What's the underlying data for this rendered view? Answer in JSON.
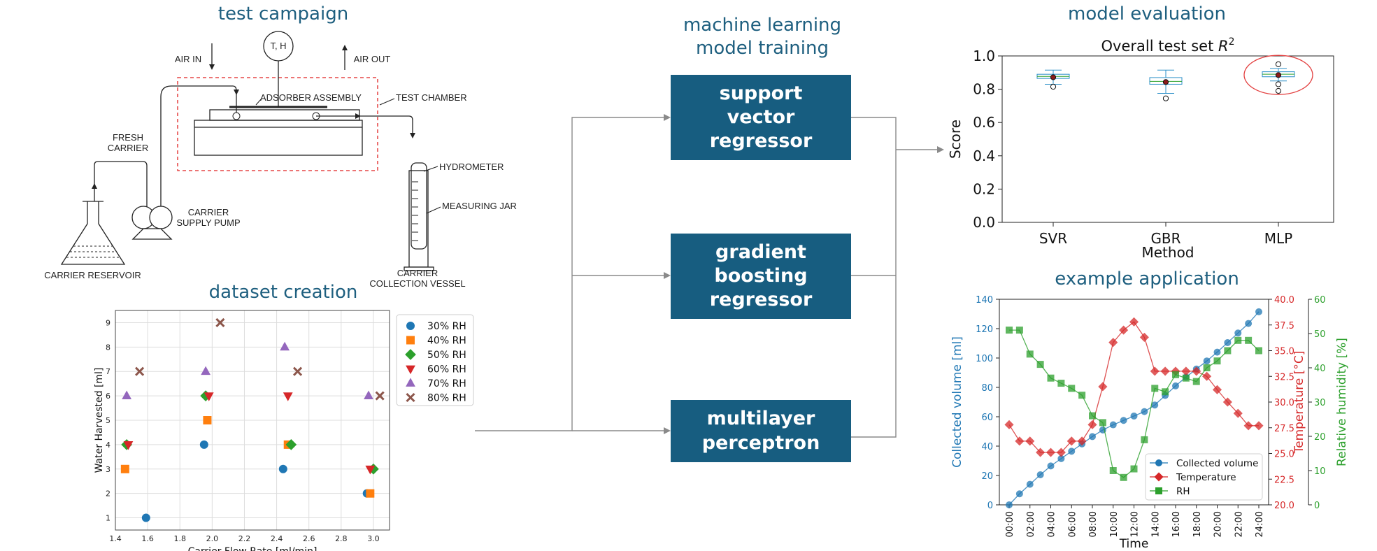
{
  "titles": {
    "test_campaign": "test campaign",
    "dataset_creation": "dataset creation",
    "ml_training": "machine learning\nmodel training",
    "model_evaluation": "model evaluation",
    "example_application": "example application"
  },
  "schematic": {
    "air_in": "AIR IN",
    "air_out": "AIR OUT",
    "th": "T, H",
    "adsorber": "ADSORBER ASSEMBLY",
    "test_chamber": "TEST CHAMBER",
    "fresh_carrier": "FRESH\nCARRIER",
    "hydrometer": "HYDROMETER",
    "measuring_jar": "MEASURING JAR",
    "carrier_pump": "CARRIER\nSUPPLY PUMP",
    "carrier_reservoir": "CARRIER RESERVOIR",
    "collection_vessel": "CARRIER\nCOLLECTION VESSEL"
  },
  "models": [
    {
      "label": "support\nvector\nregressor"
    },
    {
      "label": "gradient\nboosting\nregressor"
    },
    {
      "label": "multilayer\nperceptron"
    }
  ],
  "colors": {
    "title": "#1e5f7f",
    "box": "#175d80",
    "blue": "#1f77b4",
    "red": "#d62728",
    "green": "#2ca02c"
  },
  "chart_data": [
    {
      "type": "scatter",
      "xlabel": "Carrier Flow Rate [ml/min]",
      "ylabel": "Water Harvested [ml]",
      "xlim": [
        1.4,
        3.1
      ],
      "ylim": [
        0.5,
        9.5
      ],
      "xticks": [
        "1.4",
        "1.6",
        "1.8",
        "2.0",
        "2.2",
        "2.4",
        "2.6",
        "2.8",
        "3.0"
      ],
      "yticks": [
        "1",
        "2",
        "3",
        "4",
        "5",
        "6",
        "7",
        "8",
        "9"
      ],
      "grid": true,
      "legend": "right-outside",
      "series": [
        {
          "name": "30% RH",
          "color": "#1f77b4",
          "marker": "circle",
          "points": [
            [
              1.59,
              1
            ],
            [
              1.95,
              4
            ],
            [
              2.44,
              3
            ],
            [
              2.96,
              2
            ]
          ]
        },
        {
          "name": "40% RH",
          "color": "#ff7f0e",
          "marker": "square",
          "points": [
            [
              1.46,
              3
            ],
            [
              1.97,
              5
            ],
            [
              2.47,
              4
            ],
            [
              2.98,
              2
            ]
          ]
        },
        {
          "name": "50% RH",
          "color": "#2ca02c",
          "marker": "diamond",
          "points": [
            [
              1.47,
              4
            ],
            [
              1.96,
              6
            ],
            [
              2.49,
              4
            ],
            [
              3.0,
              3
            ]
          ]
        },
        {
          "name": "60% RH",
          "color": "#d62728",
          "marker": "triangle-down",
          "points": [
            [
              1.48,
              4
            ],
            [
              1.98,
              6
            ],
            [
              2.47,
              6
            ],
            [
              2.98,
              3
            ]
          ]
        },
        {
          "name": "70% RH",
          "color": "#9467bd",
          "marker": "triangle-up",
          "points": [
            [
              1.47,
              6
            ],
            [
              1.96,
              7
            ],
            [
              2.45,
              8
            ],
            [
              2.97,
              6
            ]
          ]
        },
        {
          "name": "80% RH",
          "color": "#8c564b",
          "marker": "x",
          "points": [
            [
              1.55,
              7
            ],
            [
              2.05,
              9
            ],
            [
              2.53,
              7
            ],
            [
              3.04,
              6
            ]
          ]
        }
      ]
    },
    {
      "type": "box",
      "title": "Overall test set R²",
      "title_main": "Overall test set ",
      "title_r": "R",
      "title_sup": "2",
      "xlabel": "Method",
      "ylabel": "Score",
      "ylim": [
        0.0,
        1.0
      ],
      "yticks": [
        "0.0",
        "0.2",
        "0.4",
        "0.6",
        "0.8",
        "1.0"
      ],
      "categories": [
        "SVR",
        "GBR",
        "MLP"
      ],
      "highlight": "MLP",
      "boxes": [
        {
          "q1": 0.865,
          "median": 0.877,
          "q3": 0.89,
          "wlo": 0.83,
          "whi": 0.915,
          "mean": 0.872,
          "fliers": [
            0.815
          ]
        },
        {
          "q1": 0.83,
          "median": 0.847,
          "q3": 0.87,
          "wlo": 0.775,
          "whi": 0.915,
          "mean": 0.843,
          "fliers": [
            0.745
          ]
        },
        {
          "q1": 0.875,
          "median": 0.89,
          "q3": 0.905,
          "wlo": 0.85,
          "whi": 0.925,
          "mean": 0.885,
          "fliers": [
            0.95,
            0.83,
            0.79
          ]
        }
      ]
    },
    {
      "type": "line",
      "xlabel": "Time",
      "ylabel": "Collected volume [ml]",
      "ylabel2": "Temperature [°C]",
      "ylabel3": "Relative humidity [%]",
      "xticks": [
        "00:00",
        "02:00",
        "04:00",
        "06:00",
        "08:00",
        "10:00",
        "12:00",
        "14:00",
        "16:00",
        "18:00",
        "20:00",
        "22:00",
        "24:00"
      ],
      "ylim": [
        0,
        140
      ],
      "yticks": [
        "0",
        "20",
        "40",
        "60",
        "80",
        "100",
        "120",
        "140"
      ],
      "ylim2": [
        20.0,
        40.0
      ],
      "yticks2": [
        "20.0",
        "22.5",
        "25.0",
        "27.5",
        "30.0",
        "32.5",
        "35.0",
        "37.5",
        "40.0"
      ],
      "ylim3": [
        0,
        60
      ],
      "yticks3": [
        "0",
        "10",
        "20",
        "30",
        "40",
        "50",
        "60"
      ],
      "legend": "lower-right",
      "series": [
        {
          "name": "Collected volume",
          "color": "#1f77b4",
          "marker": "circle",
          "axis": 1,
          "values": [
            0,
            7.5,
            14,
            20.5,
            26.5,
            31.5,
            36.5,
            41.5,
            46.5,
            51,
            54.5,
            57.5,
            60.5,
            63.5,
            68,
            74.5,
            81,
            87,
            92.5,
            98,
            104,
            110.5,
            117,
            123.5,
            131.5
          ]
        },
        {
          "name": "Temperature",
          "color": "#d62728",
          "marker": "diamond",
          "axis": 2,
          "values": [
            27.8,
            26.2,
            26.2,
            25.1,
            25.1,
            25.1,
            26.2,
            26.2,
            27.8,
            31.5,
            35.8,
            37.0,
            37.8,
            36.3,
            33.0,
            33.0,
            33.0,
            33.0,
            33.0,
            32.5,
            31.2,
            30.0,
            28.9,
            27.7,
            27.7
          ]
        },
        {
          "name": "RH",
          "color": "#2ca02c",
          "marker": "square",
          "axis": 3,
          "values": [
            51,
            51,
            44,
            41,
            37,
            35.5,
            34,
            32,
            26,
            24,
            10,
            8,
            10.5,
            19,
            34,
            33,
            38,
            37,
            36,
            40,
            42,
            45,
            48,
            48,
            45
          ]
        }
      ]
    }
  ]
}
